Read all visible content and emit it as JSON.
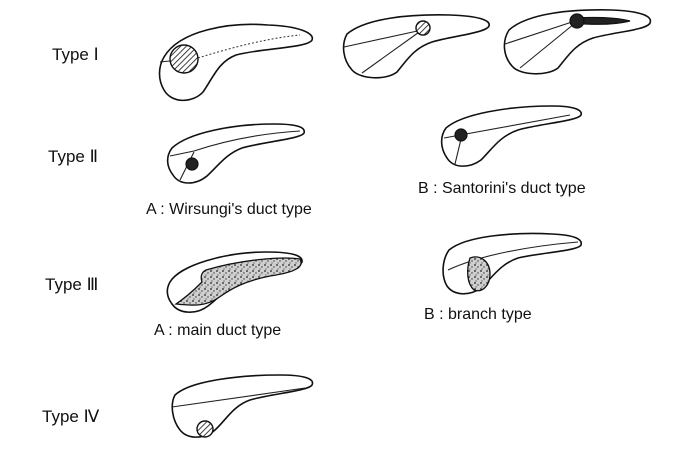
{
  "rows": {
    "type1": {
      "label": "Type Ⅰ"
    },
    "type2": {
      "label": "Type Ⅱ",
      "caption_a": "A : Wirsungi's duct type",
      "caption_b": "B : Santorini's duct type"
    },
    "type3": {
      "label": "Type Ⅲ",
      "caption_a": "A : main duct type",
      "caption_b": "B : branch type"
    },
    "type4": {
      "label": "Type Ⅳ"
    }
  }
}
